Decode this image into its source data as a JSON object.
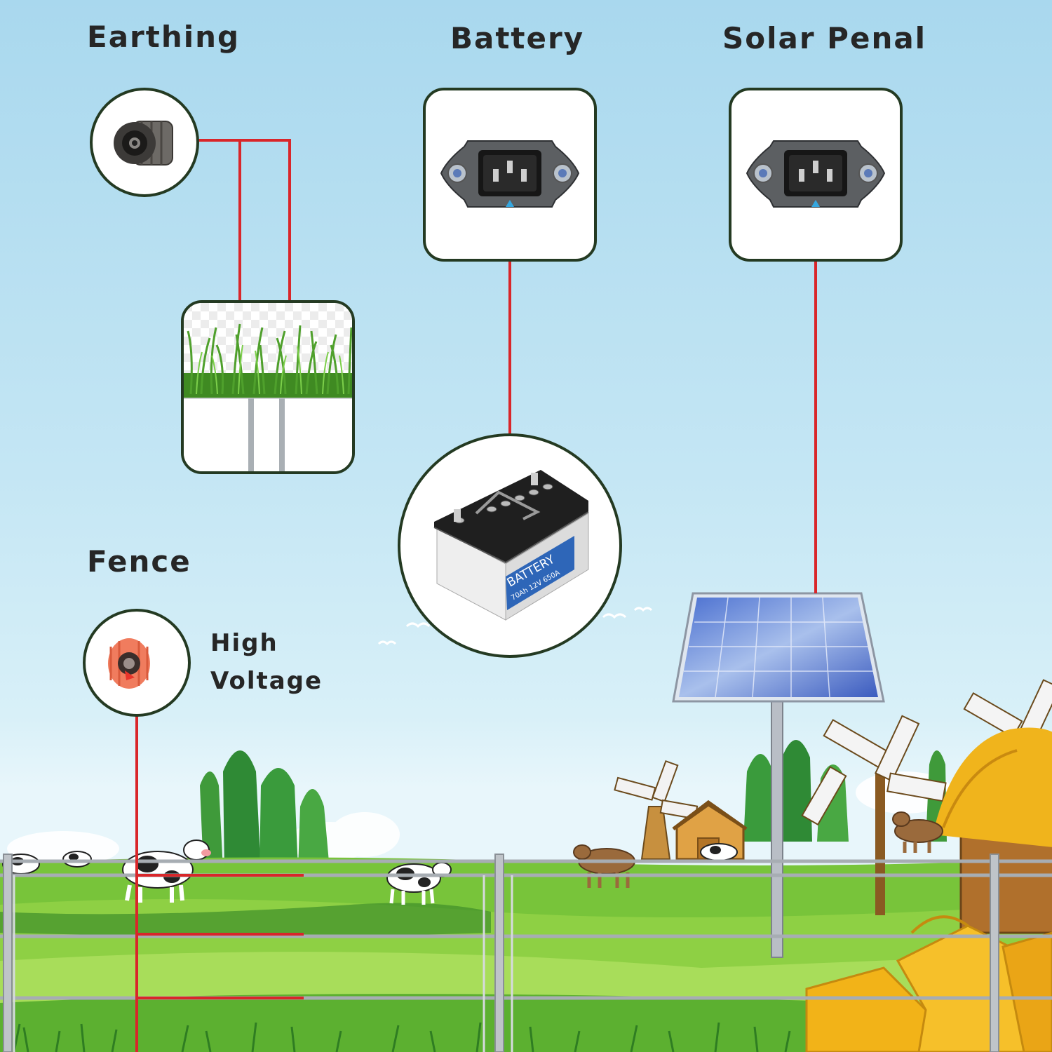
{
  "labels": {
    "earthing": "Earthing",
    "battery": "Battery",
    "solar": "Solar Penal",
    "fence": "Fence",
    "hv_line1": "High",
    "hv_line2": "Voltage",
    "battery_brand": "BATTERY",
    "battery_spec": "70Ah 12V 650A"
  },
  "icons": {
    "earthing_terminal": "black-binding-post-icon",
    "battery_socket": "iec-power-socket-icon",
    "solar_socket": "iec-power-socket-icon",
    "fence_terminal": "red-binding-post-icon",
    "ground": "grass-ground-icon",
    "battery": "car-battery-icon",
    "solar_panel": "solar-panel-icon"
  },
  "colors": {
    "wire": "#d9262a",
    "border": "#243a22",
    "sky": "#b9e0f2",
    "grass": "#6cc02e"
  }
}
